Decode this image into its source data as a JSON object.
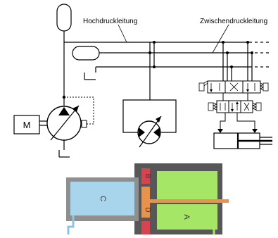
{
  "labels": {
    "high_pressure_line": "Hochdruckleitung",
    "intermediate_pressure_line": "Zwischendruckleitung",
    "motor": "M",
    "chamber_a": "A",
    "chamber_b": "B",
    "chamber_c": "C",
    "chamber_d": "D"
  },
  "colors": {
    "line": "#000000",
    "chamber_a_fill": "#a6e667",
    "chamber_c_fill": "#a8d4ec",
    "chamber_b_fill": "#d9424f",
    "chamber_d_fill": "#e8924c",
    "housing_dark": "#575757",
    "housing_gray": "#8f8f8f",
    "piston_rod": "#e8924c",
    "pipe_c": "#8ec3e0"
  }
}
